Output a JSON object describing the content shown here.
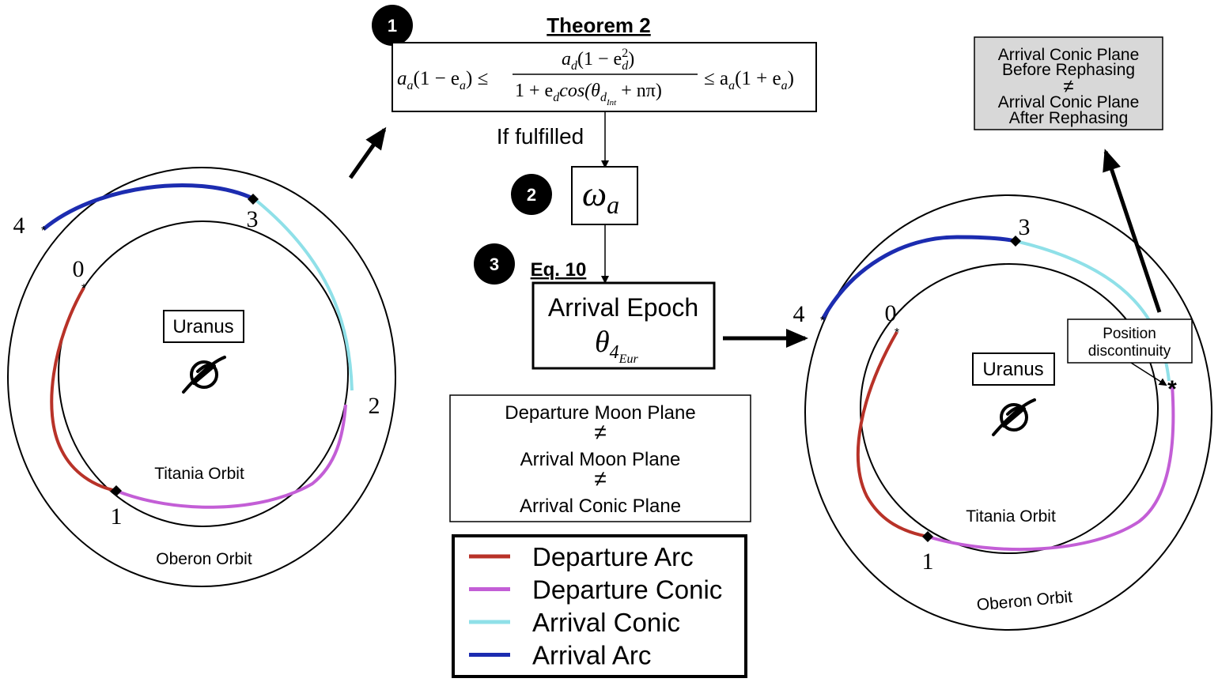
{
  "steps": {
    "badge1": "1",
    "badge2": "2",
    "badge3": "3",
    "theorem_title": "Theorem 2",
    "if_fulfilled": "If fulfilled",
    "omega_symbol": "ω",
    "omega_sub": "a",
    "eq_label": "Eq. 10",
    "arrival_epoch_label": "Arrival Epoch",
    "theta_symbol": "θ",
    "theta_sub": "4",
    "theta_subsub": "Eur"
  },
  "theorem": {
    "lhs_a": "a",
    "lhs_sub": "a",
    "lhs_rest_1": "(1 − e",
    "lhs_rest_sub": "a",
    "lhs_rest_2": ") ≤",
    "num_a": "a",
    "num_sub": "d",
    "num_rest_1": "(1 − e",
    "num_rest_sup": "2",
    "num_rest_sub": "d",
    "num_rest_2": ")",
    "den_1": "1 + e",
    "den_sub": "d",
    "den_2": "cos(θ",
    "den_sub2": "d",
    "den_subsub": "Int",
    "den_3": " + nπ)",
    "rhs_1": "≤ a",
    "rhs_sub": "a",
    "rhs_2": "(1 + e",
    "rhs_sub2": "a",
    "rhs_3": ")"
  },
  "left_diagram": {
    "planet_label": "Uranus",
    "inner_orbit_label": "Titania Orbit",
    "outer_orbit_label": "Oberon Orbit",
    "points": [
      "0",
      "1",
      "2",
      "3",
      "4"
    ]
  },
  "right_diagram": {
    "planet_label": "Uranus",
    "inner_orbit_label": "Titania Orbit",
    "outer_orbit_label": "Oberon Orbit",
    "points": [
      "0",
      "1",
      "3",
      "4"
    ],
    "discontinuity_line1": "Position",
    "discontinuity_line2": "discontinuity"
  },
  "planes_box": {
    "line1": "Departure Moon Plane",
    "neq1": "≠",
    "line2": "Arrival Moon Plane",
    "neq2": "≠",
    "line3": "Arrival Conic Plane"
  },
  "rephasing_box": {
    "line1": "Arrival Conic Plane",
    "line2": "Before Rephasing",
    "neq": "≠",
    "line3": "Arrival Conic Plane",
    "line4": "After Rephasing"
  },
  "legend": [
    {
      "label": "Departure Arc",
      "color": "#b83228"
    },
    {
      "label": "Departure Conic",
      "color": "#c35ed6"
    },
    {
      "label": "Arrival Conic",
      "color": "#8fe0e8"
    },
    {
      "label": "Arrival Arc",
      "color": "#1c2cb0"
    }
  ],
  "colors": {
    "departure_arc": "#b83228",
    "departure_conic": "#c35ed6",
    "arrival_conic": "#8fe0e8",
    "arrival_arc": "#1c2cb0",
    "rephasing_box_fill": "#d8d8d8"
  }
}
